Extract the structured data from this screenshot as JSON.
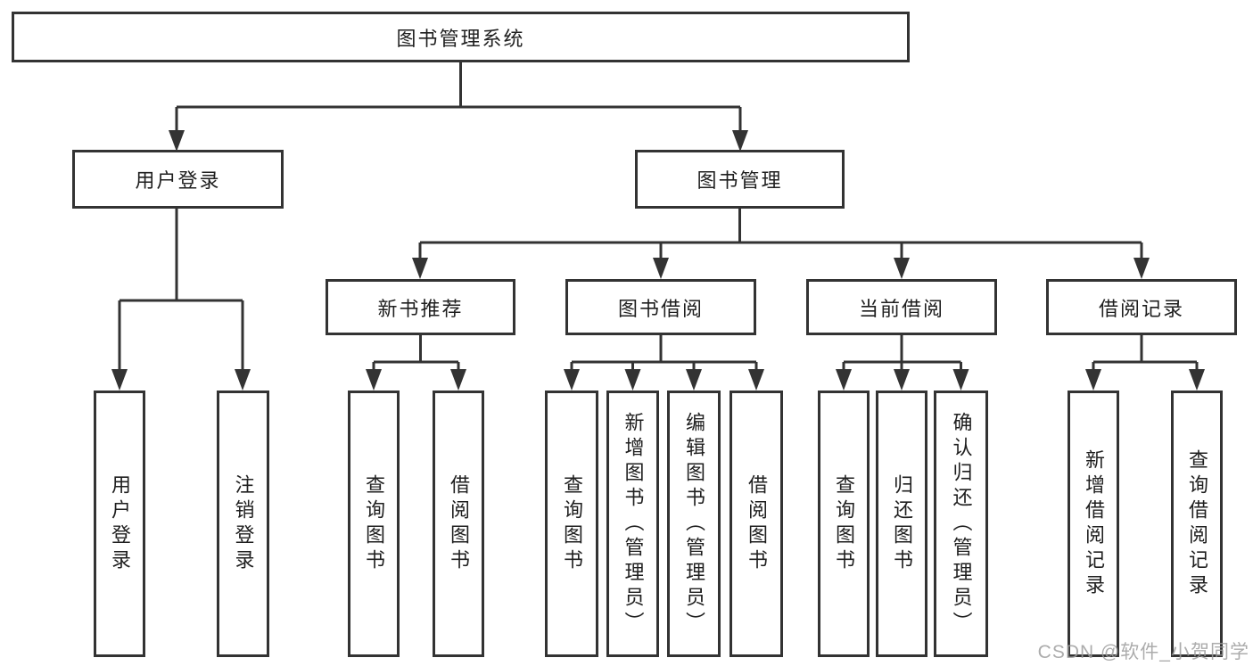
{
  "diagram": {
    "root": {
      "label": "图书管理系统"
    },
    "branches": [
      {
        "label": "用户登录",
        "children": [
          {
            "label": "用户登录"
          },
          {
            "label": "注销登录"
          }
        ]
      },
      {
        "label": "图书管理",
        "children": [
          {
            "label": "新书推荐",
            "children": [
              {
                "label": "查询图书"
              },
              {
                "label": "借阅图书"
              }
            ]
          },
          {
            "label": "图书借阅",
            "children": [
              {
                "label": "查询图书"
              },
              {
                "label": "新增图书（管理员）"
              },
              {
                "label": "编辑图书（管理员）"
              },
              {
                "label": "借阅图书"
              }
            ]
          },
          {
            "label": "当前借阅",
            "children": [
              {
                "label": "查询图书"
              },
              {
                "label": "归还图书"
              },
              {
                "label": "确认归还（管理员）"
              }
            ]
          },
          {
            "label": "借阅记录",
            "children": [
              {
                "label": "新增借阅记录"
              },
              {
                "label": "查询借阅记录"
              }
            ]
          }
        ]
      }
    ]
  },
  "watermark": {
    "text": "CSDN @软件_小贺同学"
  },
  "colors": {
    "line": "#333333",
    "box_border": "#333333",
    "box_background": "#ffffff",
    "text": "#1f1f1f",
    "watermark": "#9e9e9e"
  }
}
